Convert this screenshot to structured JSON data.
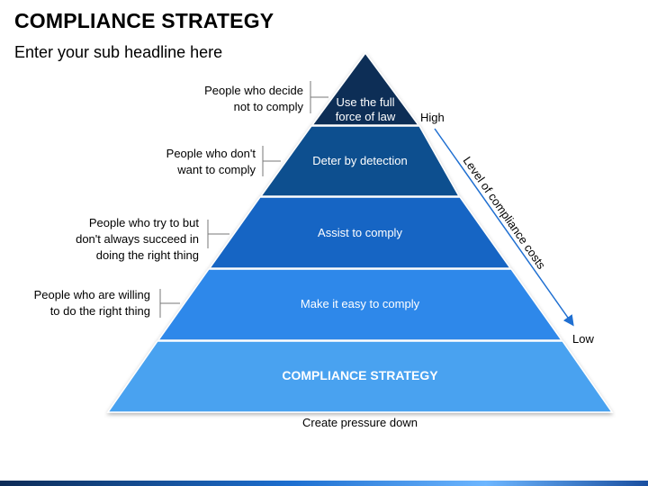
{
  "header": {
    "title": "COMPLIANCE STRATEGY",
    "subtitle": "Enter your sub headline here"
  },
  "pyramid": {
    "levels": [
      {
        "line1": "Use the full",
        "line2": "force of law",
        "color": "#0b2f57"
      },
      {
        "text": "Deter by detection",
        "color": "#0f4f8f"
      },
      {
        "text": "Assist to comply",
        "color": "#1465c4"
      },
      {
        "text": "Make it easy to comply",
        "color": "#2f88ea"
      },
      {
        "text": "COMPLIANCE STRATEGY",
        "color": "#48a2f0"
      }
    ],
    "bottom_caption": "Create pressure down"
  },
  "left_labels": [
    {
      "lines": [
        "People who decide",
        "not to comply"
      ]
    },
    {
      "lines": [
        "People who don't",
        "want to comply"
      ]
    },
    {
      "lines": [
        "People who try to but",
        "don't always succeed in",
        "doing the right thing"
      ]
    },
    {
      "lines": [
        "People who are willing",
        "to do the right thing"
      ]
    }
  ],
  "cost_axis": {
    "high": "High",
    "low": "Low",
    "label": "Level of compliance costs"
  }
}
